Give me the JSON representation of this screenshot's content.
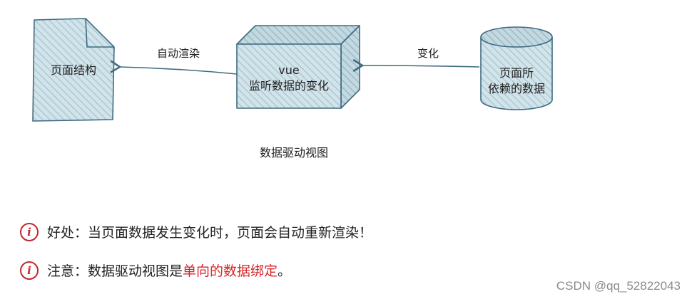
{
  "diagram": {
    "page_label": "页面结构",
    "arrow_left_label": "自动渲染",
    "box_line1": "vue",
    "box_line2": "监听数据的变化",
    "arrow_right_label": "变化",
    "db_line1": "页面所",
    "db_line2": "依赖的数据",
    "caption": "数据驱动视图"
  },
  "notes": {
    "note1_text": "好处：当页面数据发生变化时，页面会自动重新渲染！",
    "note2_prefix": "注意：数据驱动视图是",
    "note2_highlight": "单向的数据绑定",
    "note2_suffix": "。"
  },
  "info_glyph": "i",
  "watermark": "CSDN @qq_52822043",
  "colors": {
    "shape_fill": "#cfe0e6",
    "stroke": "#3e6b80",
    "highlight": "#d7262b"
  }
}
